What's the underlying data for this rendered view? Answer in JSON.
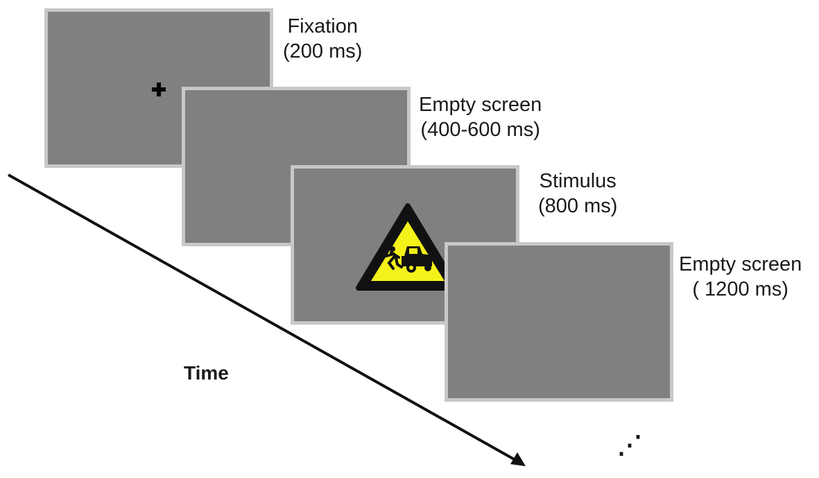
{
  "steps": [
    {
      "title": "Fixation",
      "duration": "(200 ms)"
    },
    {
      "title": "Empty screen",
      "duration": "(400-600 ms)"
    },
    {
      "title": "Stimulus",
      "duration": "(800 ms)"
    },
    {
      "title": "Empty screen",
      "duration": "( 1200 ms)"
    }
  ],
  "time_label": "Time",
  "continuation": "⋰",
  "colors": {
    "screen": "#808080",
    "screen_border": "#c8c8c8",
    "sign_yellow": "#f4f21a",
    "sign_outline": "#111111"
  },
  "icons": {
    "fixation": "fixation-cross-icon",
    "stimulus": "pedestrian-vehicle-warning-sign-icon"
  }
}
